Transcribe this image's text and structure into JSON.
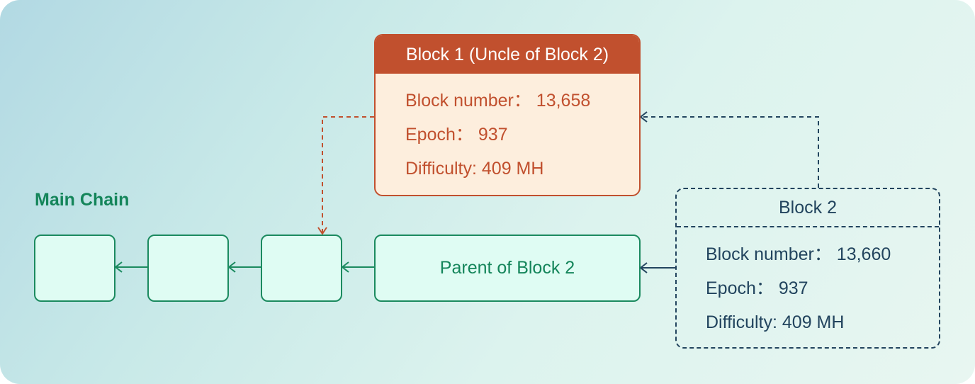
{
  "main_chain": {
    "label": "Main Chain",
    "parent_label": "Parent of Block 2"
  },
  "uncle_block": {
    "title": "Block 1 (Uncle of Block 2)",
    "block_number": "Block number： 13,658",
    "epoch": "Epoch： 937",
    "difficulty": "Difficulty: 409 MH"
  },
  "block2": {
    "title": "Block 2",
    "block_number": "Block number： 13,660",
    "epoch": "Epoch： 937",
    "difficulty": "Difficulty: 409 MH"
  },
  "colors": {
    "chain_green": "#1b8a5f",
    "uncle_orange": "#c1502e",
    "block2_navy": "#22445e"
  }
}
